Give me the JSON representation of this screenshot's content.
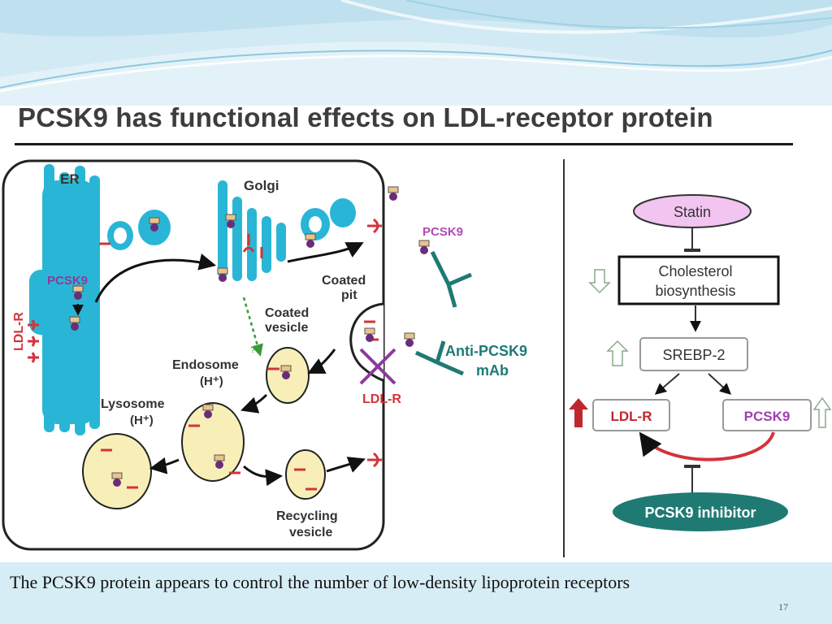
{
  "slide": {
    "title": "PCSK9 has functional effects on LDL-receptor protein",
    "caption": "The PCSK9 protein appears to control the number of low-density lipoprotein receptors",
    "slide_number": "17"
  },
  "cell_diagram": {
    "labels": {
      "er": "ER",
      "golgi": "Golgi",
      "pcsk9_er": "PCSK9",
      "ldlr_membrane": "LDL-R",
      "pcsk9_outside": "PCSK9",
      "coated_pit_1": "Coated",
      "coated_pit_2": "pit",
      "coated_vesicle_1": "Coated",
      "coated_vesicle_2": "vesicle",
      "endosome_1": "Endosome",
      "endosome_2": "(H⁺)",
      "lysosome_1": "Lysosome",
      "lysosome_2": "(H⁺)",
      "ldlr_bottom": "LDL-R",
      "anti_pcsk9_1": "Anti-PCSK9",
      "anti_pcsk9_2": "mAb",
      "recycling_1": "Recycling",
      "recycling_2": "vesicle",
      "question": "?"
    }
  },
  "pathway_diagram": {
    "statin": "Statin",
    "cholesterol_1": "Cholesterol",
    "cholesterol_2": "biosynthesis",
    "srebp2": "SREBP-2",
    "ldlr": "LDL-R",
    "pcsk9": "PCSK9",
    "inhibitor": "PCSK9 inhibitor"
  },
  "colors": {
    "er_cyan": "#29b6d6",
    "receptor_red": "#d3333a",
    "pcsk9_purple": "#a040b0",
    "vesicle_yellow": "#f8efb8",
    "statin_pink": "#f2c4f0",
    "inhibitor_teal": "#1f7a74",
    "header_blue": "#cfe7f1"
  }
}
